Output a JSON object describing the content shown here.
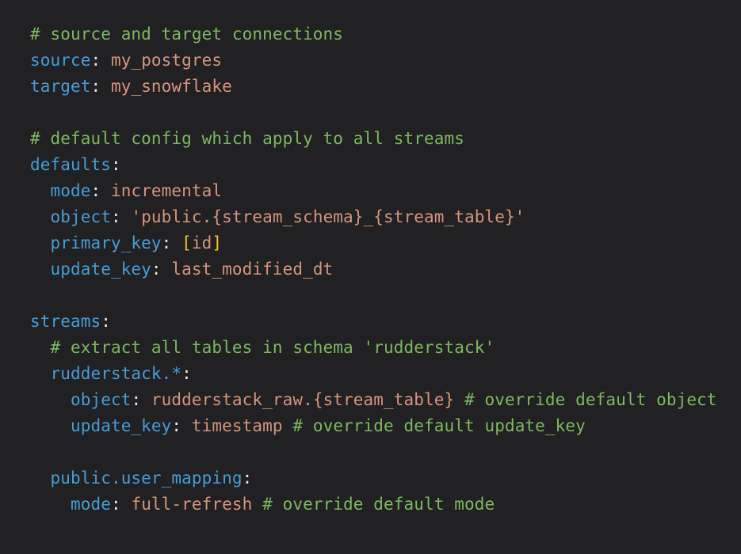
{
  "app": {
    "title": "YAML config snippet"
  },
  "theme": {
    "background": "#212123",
    "comment": "#7DB860",
    "key": "#459DD7",
    "value": "#D6947D",
    "punct": "#E9E7E4",
    "bracket": "#EFC52F"
  },
  "code": {
    "language": "yaml",
    "lines": [
      [
        {
          "t": "comment",
          "s": "# source and target connections"
        }
      ],
      [
        {
          "t": "key",
          "s": "source"
        },
        {
          "t": "punct",
          "s": ":"
        },
        {
          "t": "value",
          "s": " my_postgres"
        }
      ],
      [
        {
          "t": "key",
          "s": "target"
        },
        {
          "t": "punct",
          "s": ":"
        },
        {
          "t": "value",
          "s": " my_snowflake"
        }
      ],
      [],
      [
        {
          "t": "comment",
          "s": "# default config which apply to all streams"
        }
      ],
      [
        {
          "t": "key",
          "s": "defaults"
        },
        {
          "t": "punct",
          "s": ":"
        }
      ],
      [
        {
          "t": "key",
          "s": "  mode"
        },
        {
          "t": "punct",
          "s": ":"
        },
        {
          "t": "value",
          "s": " incremental"
        }
      ],
      [
        {
          "t": "key",
          "s": "  object"
        },
        {
          "t": "punct",
          "s": ":"
        },
        {
          "t": "value",
          "s": " 'public.{stream_schema}_{stream_table}'"
        }
      ],
      [
        {
          "t": "key",
          "s": "  primary_key"
        },
        {
          "t": "punct",
          "s": ":"
        },
        {
          "t": "punct",
          "s": " "
        },
        {
          "t": "bracket",
          "s": "["
        },
        {
          "t": "value",
          "s": "id"
        },
        {
          "t": "bracket",
          "s": "]"
        }
      ],
      [
        {
          "t": "key",
          "s": "  update_key"
        },
        {
          "t": "punct",
          "s": ":"
        },
        {
          "t": "value",
          "s": " last_modified_dt"
        }
      ],
      [],
      [
        {
          "t": "key",
          "s": "streams"
        },
        {
          "t": "punct",
          "s": ":"
        }
      ],
      [
        {
          "t": "comment",
          "s": "  # extract all tables in schema 'rudderstack'"
        }
      ],
      [
        {
          "t": "key",
          "s": "  rudderstack.*"
        },
        {
          "t": "punct",
          "s": ":"
        }
      ],
      [
        {
          "t": "key",
          "s": "    object"
        },
        {
          "t": "punct",
          "s": ":"
        },
        {
          "t": "value",
          "s": " rudderstack_raw.{stream_table} "
        },
        {
          "t": "comment",
          "s": "# override default object"
        }
      ],
      [
        {
          "t": "key",
          "s": "    update_key"
        },
        {
          "t": "punct",
          "s": ":"
        },
        {
          "t": "value",
          "s": " timestamp "
        },
        {
          "t": "comment",
          "s": "# override default update_key"
        }
      ],
      [],
      [
        {
          "t": "key",
          "s": "  public.user_mapping"
        },
        {
          "t": "punct",
          "s": ":"
        }
      ],
      [
        {
          "t": "key",
          "s": "    mode"
        },
        {
          "t": "punct",
          "s": ":"
        },
        {
          "t": "value",
          "s": " full-refresh "
        },
        {
          "t": "comment",
          "s": "# override default mode"
        }
      ]
    ]
  }
}
